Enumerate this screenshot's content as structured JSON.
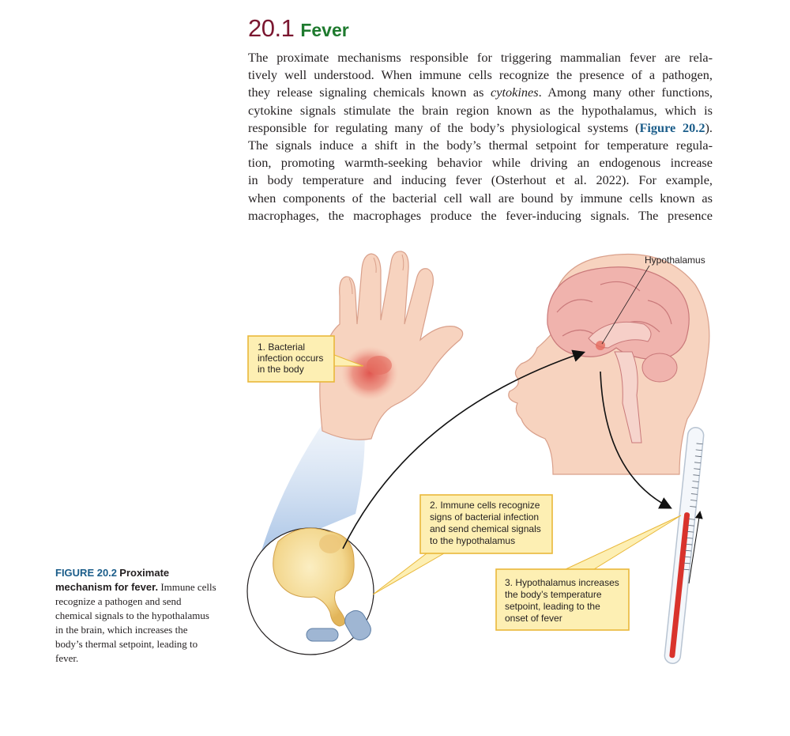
{
  "section": {
    "number": "20.1",
    "title": "Fever"
  },
  "body": {
    "lines": [
      "The proximate mechanisms responsible for triggering mammalian fever are rela-",
      "tively well understood. When immune cells recognize the presence of a pathogen,",
      "they release signaling chemicals known as ",
      "cytokine signals stimulate the brain region known as the hypothalamus, which is",
      "responsible for regulating many of the body’s physiological systems (",
      "The signals induce a shift in the body’s thermal setpoint for temperature regula-",
      "tion, promoting warmth-seeking behavior while driving an endogenous increase",
      "in body temperature and inducing fever (Osterhout et al. 2022). For example,",
      "when components of the bacterial cell wall are bound by immune cells known as",
      "macrophages, the macrophages produce the fever-inducing signals. The presence"
    ],
    "term_cytokines": "cytokines",
    "line3_after_term": ". Among many other functions,",
    "figure_ref": "Figure 20.2",
    "line5_after_ref": ")."
  },
  "figure": {
    "hypothalamus_label": "Hypothalamus",
    "callout1": [
      "1. Bacterial",
      "infection occurs",
      "in the body"
    ],
    "callout2": [
      "2. Immune cells recognize",
      "signs of bacterial infection",
      "and send chemical signals",
      "to the hypothalamus"
    ],
    "callout3": [
      "3. Hypothalamus increases",
      "the body’s temperature",
      "setpoint, leading to the",
      "onset of fever"
    ],
    "colors": {
      "callout_fill": "#fdefb3",
      "callout_border": "#e9b83a",
      "skin": "#f7d3bf",
      "brain": "#f0b3ad",
      "infection": "#e56a5e",
      "macrophage": "#f3d58a",
      "bacteria": "#9fb6d3",
      "thermometer_red": "#d9332c"
    }
  },
  "caption": {
    "label": "FIGURE 20.2",
    "title": "Proximate mechanism for fever.",
    "text": " Immune cells recognize a pathogen and send chemical signals to the hypothalamus in the brain, which increases the body’s thermal setpoint, leading to fever."
  }
}
